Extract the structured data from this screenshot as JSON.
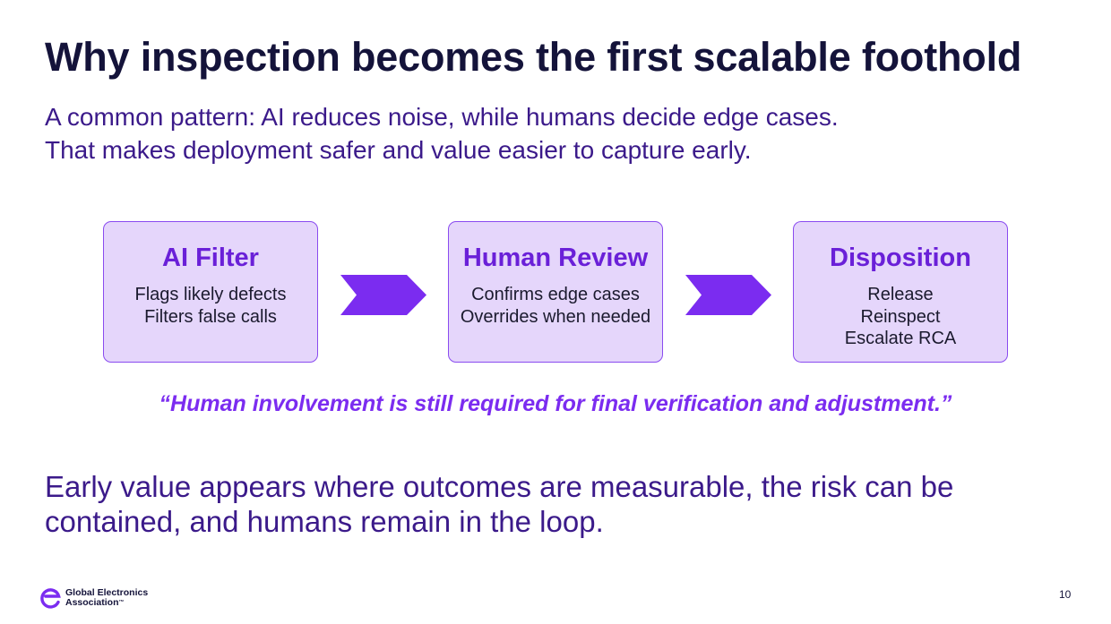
{
  "slide": {
    "title": "Why inspection becomes the first scalable foothold",
    "subtitle_lines": [
      "A common pattern: AI reduces noise, while humans decide edge cases.",
      "That makes deployment safer and value easier to capture early."
    ],
    "flow": [
      {
        "title": "AI Filter",
        "lines": [
          "Flags likely defects",
          "Filters false calls"
        ]
      },
      {
        "title": "Human Review",
        "lines": [
          "Confirms edge cases",
          "Overrides when needed"
        ]
      },
      {
        "title": "Disposition",
        "lines": [
          "Release",
          "Reinspect",
          "Escalate RCA"
        ]
      }
    ],
    "quote": "“Human involvement is still required for final verification and adjustment.”",
    "conclusion_lines": [
      "Early value appears where outcomes are measurable, the risk can be",
      "contained, and humans remain in the loop."
    ],
    "footer": {
      "brand_line1": "Global Electronics",
      "brand_line2": "Association",
      "brand_tm": "™",
      "page_number": "10"
    }
  },
  "colors": {
    "title": "#14133a",
    "body_text": "#3b1a8a",
    "accent": "#7b2cf0",
    "box_fill": "#e5d6fb",
    "box_border": "#8a4bf0",
    "box_title": "#6a20d8",
    "chevron": "#7b2cf0"
  },
  "icons": {
    "flow_arrow": "chevron-right-icon",
    "logo": "global-electronics-association-logo-icon"
  }
}
